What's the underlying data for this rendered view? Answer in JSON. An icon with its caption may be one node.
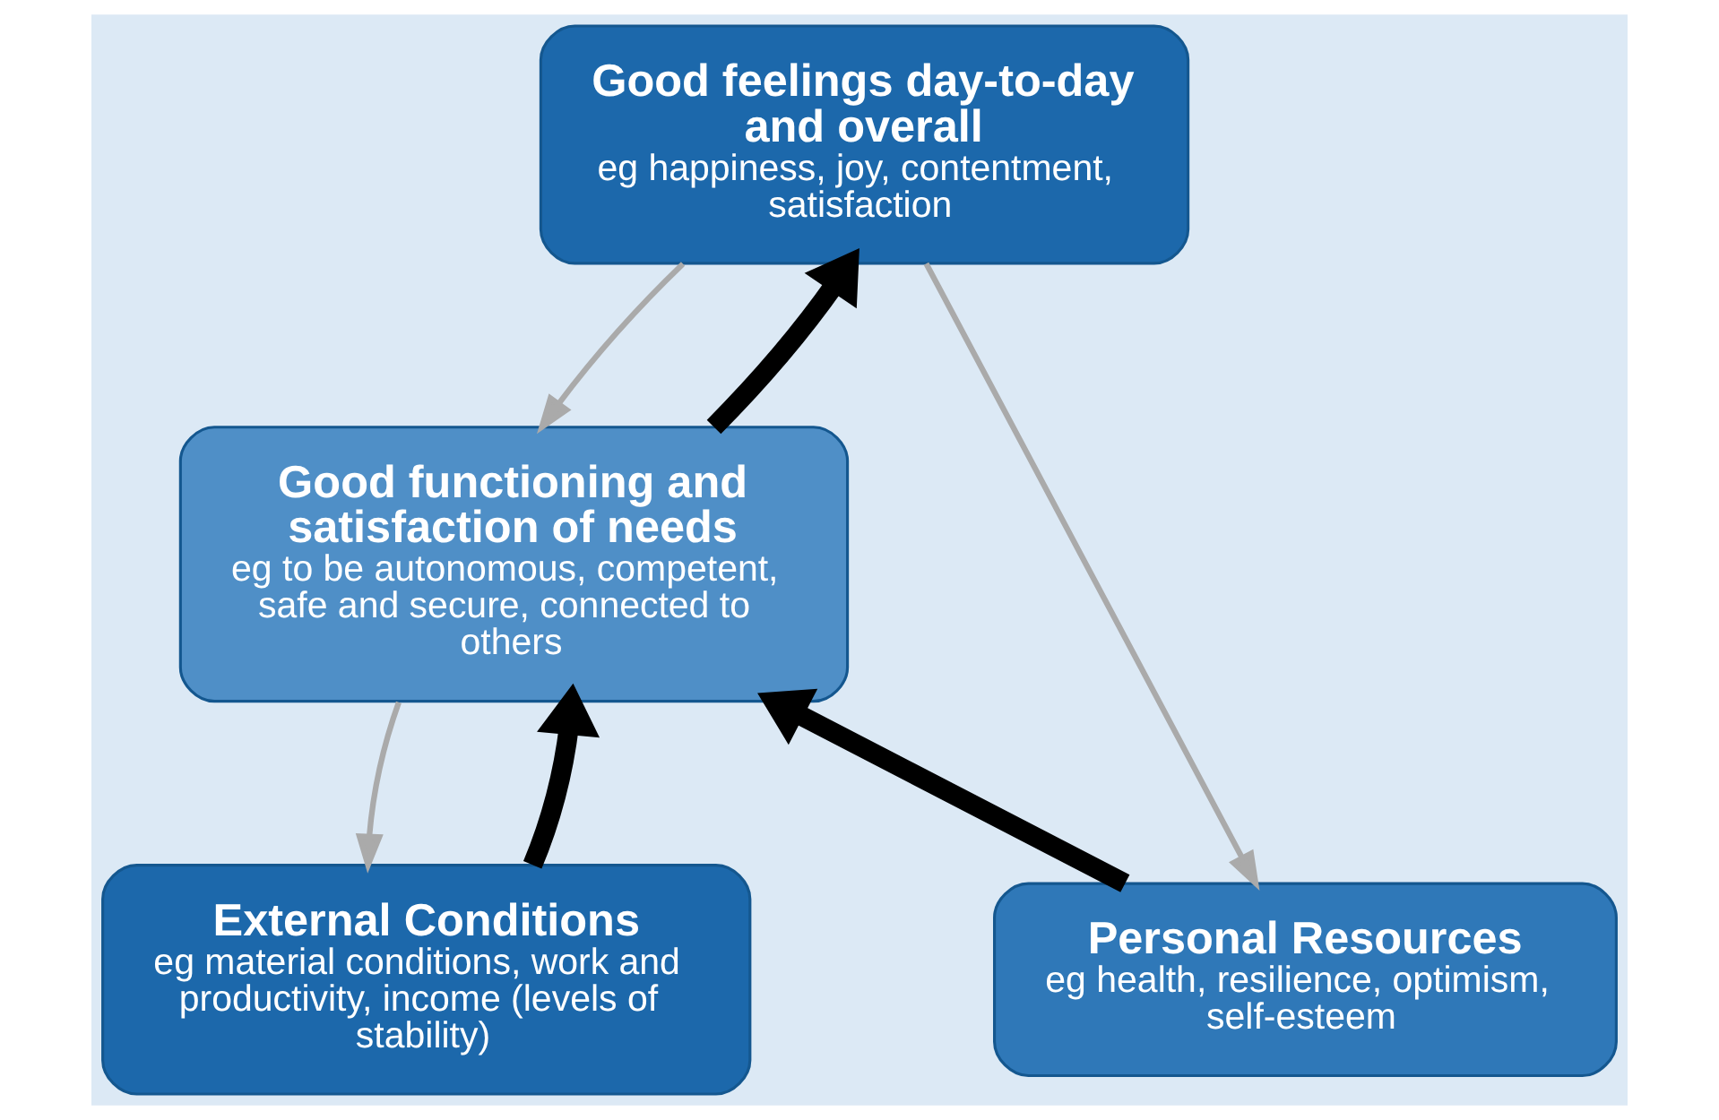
{
  "diagram": {
    "nodes": [
      {
        "text": [
          "Good feelings day-to-day and overall",
          "eg happiness, joy, contentment, satisfaction"
        ]
      },
      {
        "text": [
          "Good functioning and satisfaction of needs",
          "eg to be autonomous, competent, safe and secure, connected to others"
        ]
      },
      {
        "text": [
          "External Conditions",
          "eg material conditions, work and productivity, income (levels of stability)"
        ]
      },
      {
        "text": [
          "Personal Resources",
          "eg health, resilience, optimism, self-esteem"
        ]
      }
    ],
    "edges": [
      {
        "from": 1,
        "to": 0,
        "arrow": "to",
        "style": "thick",
        "color": "#000000"
      },
      {
        "from": 0,
        "to": 1,
        "arrow": "to",
        "color": "#aaaaaa"
      },
      {
        "from": 0,
        "to": 3,
        "arrow": "to",
        "color": "#aaaaaa"
      },
      {
        "from": 1,
        "to": 2,
        "arrow": "to",
        "color": "#aaaaaa"
      },
      {
        "from": 2,
        "to": 1,
        "arrow": "to",
        "style": "thick",
        "color": "#000000"
      },
      {
        "from": 3,
        "to": 1,
        "arrow": "to",
        "style": "thick",
        "color": "#000000"
      }
    ]
  }
}
